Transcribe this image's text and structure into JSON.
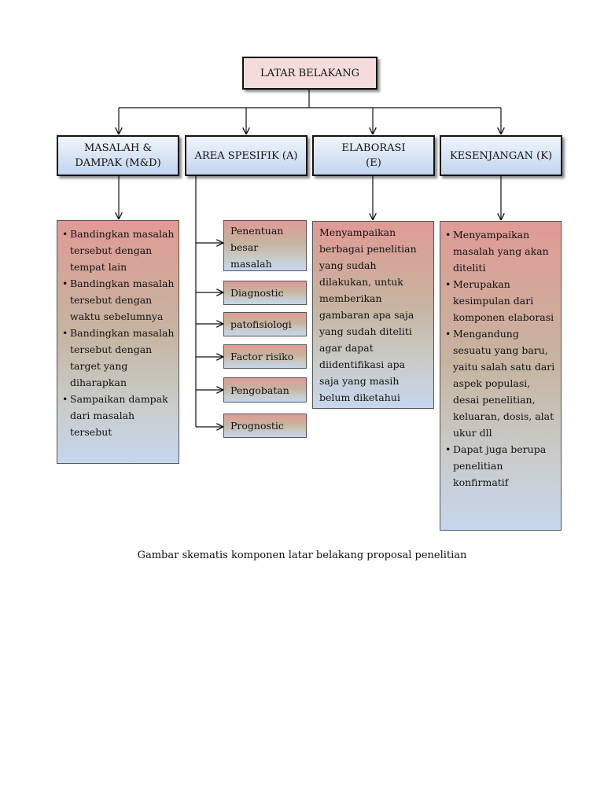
{
  "root": {
    "label": "LATAR BELAKANG"
  },
  "categories": [
    {
      "label": "MASALAH & DAMPAK (M&D)"
    },
    {
      "label": "AREA SPESIFIK (A)"
    },
    {
      "label": "ELABORASI\n(E)"
    },
    {
      "label": "KESENJANGAN (K)"
    }
  ],
  "masalah_items": [
    "Bandingkan masalah tersebut dengan tempat lain",
    "Bandingkan masalah tersebut dengan waktu sebelumnya",
    "Bandingkan masalah tersebut dengan target yang diharapkan",
    "Sampaikan dampak dari masalah tersebut"
  ],
  "area_items": [
    "Penentuan besar masalah",
    "Diagnostic",
    "patofisiologi",
    "Factor risiko",
    "Pengobatan",
    "Prognostic"
  ],
  "elaborasi_text": "Menyampaikan berbagai penelitian yang sudah dilakukan, untuk memberikan gambaran apa saja yang sudah diteliti agar dapat diidentifikasi apa saja yang masih belum diketahui",
  "kesenjangan_items": [
    "Menyampaikan masalah yang akan diteliti",
    "Merupakan kesimpulan dari komponen elaborasi",
    "Mengandung sesuatu yang baru, yaitu salah satu dari aspek populasi, desai penelitian, keluaran, dosis, alat ukur dll",
    "Dapat juga berupa penelitian konfirmatif"
  ],
  "caption": "Gambar skematis komponen latar belakang proposal penelitian"
}
